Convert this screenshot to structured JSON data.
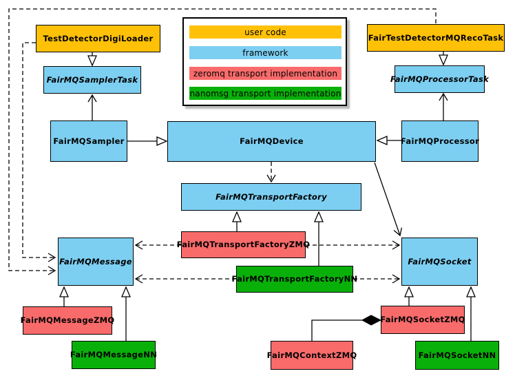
{
  "legend": {
    "items": [
      {
        "label": "user code",
        "color": "#FFC107",
        "category": "user_code"
      },
      {
        "label": "framework",
        "color": "#7DCFF2",
        "category": "framework"
      },
      {
        "label": "zeromq transport implementation",
        "color": "#F96B6B",
        "category": "zeromq"
      },
      {
        "label": "nanomsg transport implementation",
        "color": "#0AB00A",
        "category": "nanomsg"
      }
    ]
  },
  "nodes": {
    "digiLoader": {
      "label": "TestDetectorDigiLoader",
      "category": "user_code",
      "abstract": false
    },
    "recoTask": {
      "label": "FairTestDetectorMQRecoTask",
      "category": "user_code",
      "abstract": false
    },
    "samplerTask": {
      "label": "FairMQSamplerTask",
      "category": "framework",
      "abstract": true
    },
    "processorTask": {
      "label": "FairMQProcessorTask",
      "category": "framework",
      "abstract": true
    },
    "sampler": {
      "label": "FairMQSampler",
      "category": "framework",
      "abstract": false
    },
    "device": {
      "label": "FairMQDevice",
      "category": "framework",
      "abstract": false
    },
    "processor": {
      "label": "FairMQProcessor",
      "category": "framework",
      "abstract": false
    },
    "transportFactory": {
      "label": "FairMQTransportFactory",
      "category": "framework",
      "abstract": true
    },
    "tfZMQ": {
      "label": "FairMQTransportFactoryZMQ",
      "category": "zeromq",
      "abstract": false
    },
    "tfNN": {
      "label": "FairMQTransportFactoryNN",
      "category": "nanomsg",
      "abstract": false
    },
    "message": {
      "label": "FairMQMessage",
      "category": "framework",
      "abstract": true
    },
    "socket": {
      "label": "FairMQSocket",
      "category": "framework",
      "abstract": true
    },
    "messageZMQ": {
      "label": "FairMQMessageZMQ",
      "category": "zeromq",
      "abstract": false
    },
    "messageNN": {
      "label": "FairMQMessageNN",
      "category": "nanomsg",
      "abstract": false
    },
    "contextZMQ": {
      "label": "FairMQContextZMQ",
      "category": "zeromq",
      "abstract": false
    },
    "socketZMQ": {
      "label": "FairMQSocketZMQ",
      "category": "zeromq",
      "abstract": false
    },
    "socketNN": {
      "label": "FairMQSocketNN",
      "category": "nanomsg",
      "abstract": false
    }
  },
  "edges": [
    {
      "from": "TestDetectorDigiLoader",
      "to": "FairMQSamplerTask",
      "type": "inheritance"
    },
    {
      "from": "FairTestDetectorMQRecoTask",
      "to": "FairMQProcessorTask",
      "type": "inheritance"
    },
    {
      "from": "FairMQSampler",
      "to": "FairMQSamplerTask",
      "type": "association"
    },
    {
      "from": "FairMQProcessor",
      "to": "FairMQProcessorTask",
      "type": "association"
    },
    {
      "from": "FairMQSampler",
      "to": "FairMQDevice",
      "type": "inheritance"
    },
    {
      "from": "FairMQProcessor",
      "to": "FairMQDevice",
      "type": "inheritance"
    },
    {
      "from": "FairMQDevice",
      "to": "FairMQTransportFactory",
      "type": "dependency"
    },
    {
      "from": "FairMQDevice",
      "to": "FairMQSocket",
      "type": "association"
    },
    {
      "from": "FairMQTransportFactoryZMQ",
      "to": "FairMQTransportFactory",
      "type": "inheritance"
    },
    {
      "from": "FairMQTransportFactoryNN",
      "to": "FairMQTransportFactory",
      "type": "inheritance"
    },
    {
      "from": "FairMQTransportFactoryZMQ",
      "to": "FairMQMessage",
      "type": "dependency"
    },
    {
      "from": "FairMQTransportFactoryZMQ",
      "to": "FairMQSocket",
      "type": "dependency"
    },
    {
      "from": "FairMQTransportFactoryNN",
      "to": "FairMQMessage",
      "type": "dependency"
    },
    {
      "from": "FairMQTransportFactoryNN",
      "to": "FairMQSocket",
      "type": "dependency"
    },
    {
      "from": "FairMQMessageZMQ",
      "to": "FairMQMessage",
      "type": "inheritance"
    },
    {
      "from": "FairMQMessageNN",
      "to": "FairMQMessage",
      "type": "inheritance"
    },
    {
      "from": "FairMQSocketZMQ",
      "to": "FairMQSocket",
      "type": "inheritance"
    },
    {
      "from": "FairMQSocketNN",
      "to": "FairMQSocket",
      "type": "inheritance"
    },
    {
      "from": "FairMQContextZMQ",
      "to": "FairMQSocketZMQ",
      "type": "composition"
    },
    {
      "from": "TestDetectorDigiLoader",
      "to": "FairMQMessage",
      "type": "dependency"
    },
    {
      "from": "FairTestDetectorMQRecoTask",
      "to": "FairMQMessage",
      "type": "dependency"
    }
  ]
}
